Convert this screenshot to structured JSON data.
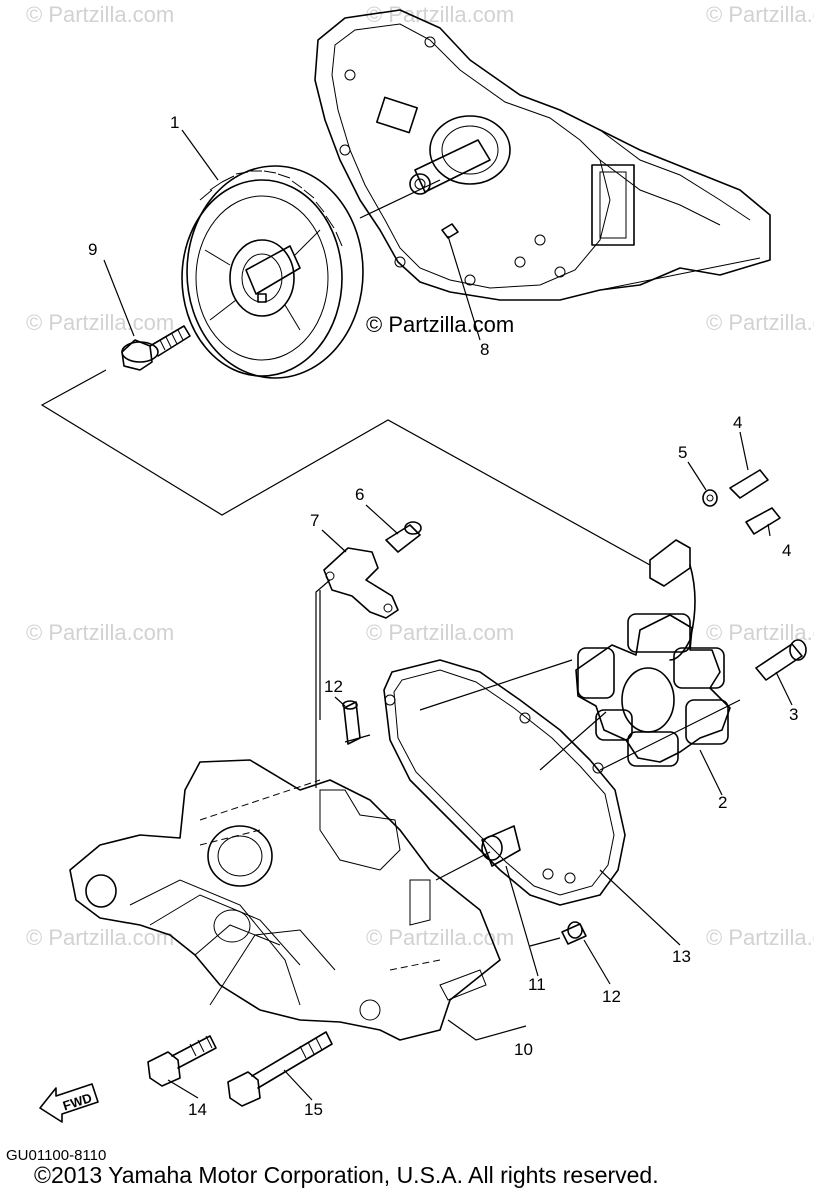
{
  "watermark": "© Partzilla.com",
  "center_watermark": "© Partzilla.com",
  "diagram_code": "GU01100-8110",
  "copyright": "©2013  Yamaha Motor Corporation, U.S.A. All rights reserved.",
  "fwd_label": "FWD",
  "callouts": {
    "c1": "1",
    "c2": "2",
    "c3": "3",
    "c4a": "4",
    "c4b": "4",
    "c5": "5",
    "c6": "6",
    "c7": "7",
    "c8": "8",
    "c9": "9",
    "c10": "10",
    "c11": "11",
    "c12a": "12",
    "c12b": "12",
    "c13": "13",
    "c14": "14",
    "c15": "15"
  }
}
